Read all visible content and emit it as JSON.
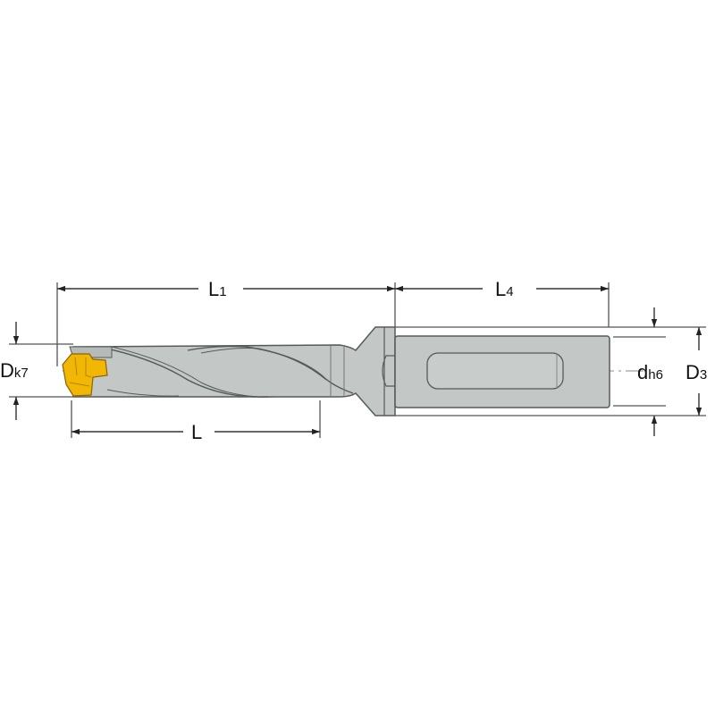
{
  "diagram": {
    "title": "Drill with indexable insert — dimension drawing",
    "colors": {
      "body": "#c3c7c6",
      "body_dark": "#a9adac",
      "outline": "#555a5a",
      "insert": "#f2b705",
      "insert_dark": "#c98f00",
      "dim_line": "#333333"
    },
    "dimensions": {
      "L1": {
        "main": "L",
        "sub": "1"
      },
      "L4": {
        "main": "L",
        "sub": "4"
      },
      "L": {
        "main": "L",
        "sub": ""
      },
      "D": {
        "main": "D",
        "sub": "k7"
      },
      "d": {
        "main": "d",
        "sub": "h6"
      },
      "D3": {
        "main": "D",
        "sub": "3"
      }
    }
  }
}
